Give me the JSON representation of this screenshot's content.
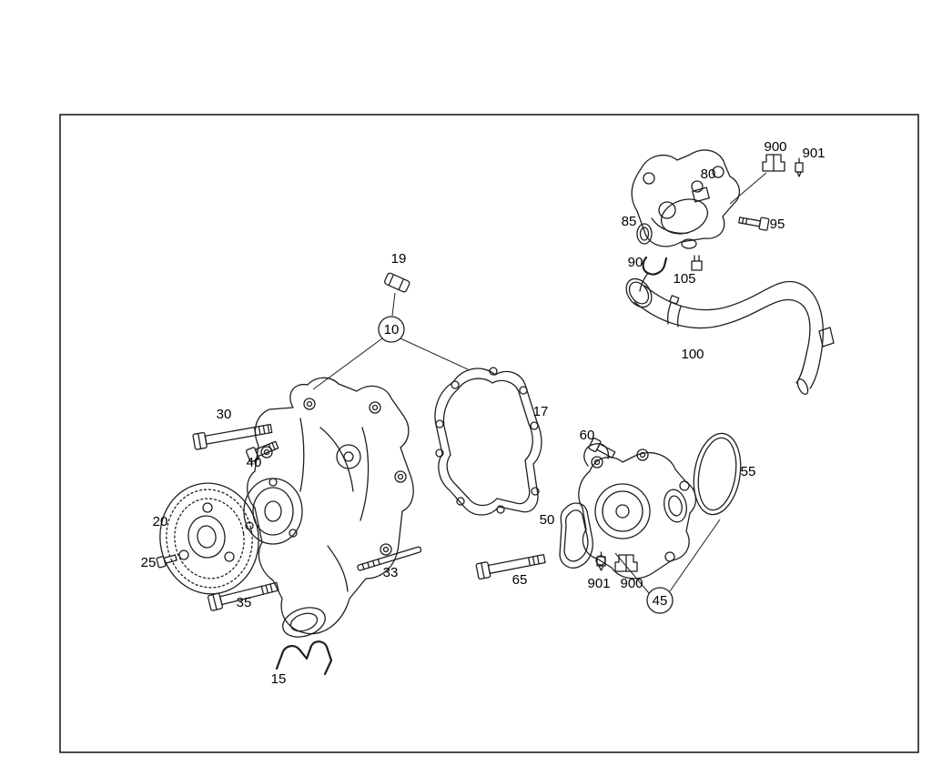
{
  "page": {
    "background_color": "#ffffff",
    "frame_color": "#000000"
  },
  "diagram": {
    "callout_numbers": [
      "10",
      "15",
      "17",
      "19",
      "20",
      "25",
      "30",
      "33",
      "35",
      "40",
      "45",
      "50",
      "55",
      "60",
      "65",
      "80",
      "85",
      "90",
      "95",
      "100",
      "105",
      "900",
      "901"
    ],
    "labels": {
      "p900_top": "900",
      "p901_top": "901",
      "p80": "80",
      "p85": "85",
      "p95": "95",
      "p90": "90",
      "p105": "105",
      "p100": "100",
      "p19": "19",
      "c10": "10",
      "p30": "30",
      "p40": "40",
      "p17": "17",
      "p20": "20",
      "p25": "25",
      "p35": "35",
      "p33": "33",
      "p65": "65",
      "p50": "50",
      "p55": "55",
      "p60": "60",
      "p901_bottom": "901",
      "p900_bottom": "900",
      "c45": "45",
      "p15": "15"
    }
  }
}
